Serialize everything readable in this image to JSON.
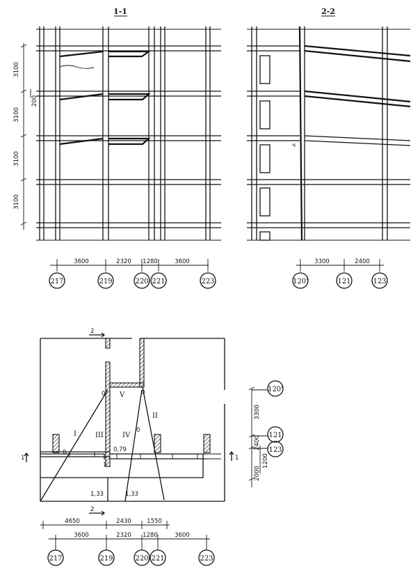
{
  "section_1": {
    "title": "1-1",
    "level_dims": [
      "3100",
      "3100",
      "3100",
      "3100"
    ],
    "inner_dim": "200",
    "span_dims": [
      "3600",
      "2320",
      "1280",
      "3600"
    ],
    "axes": [
      "217",
      "219",
      "220",
      "221",
      "223"
    ]
  },
  "section_2": {
    "title": "2-2",
    "crack_mark": "ч",
    "span_dims": [
      "3300",
      "2400"
    ],
    "axes": [
      "120'",
      "121",
      "123"
    ]
  },
  "plan": {
    "cut_marks": {
      "top": "2",
      "bottom": "2",
      "left": "1",
      "right": "1"
    },
    "zones": [
      "I",
      "II",
      "III",
      "IV",
      "V"
    ],
    "point_labels": [
      "0",
      "0",
      "0",
      "1"
    ],
    "coef_079": "0,79",
    "coef_133_left": "1,33",
    "coef_133_right": "1,33",
    "top_dims": [
      "4650",
      "2430",
      "1550"
    ],
    "bottom_dims": [
      "3600",
      "2320",
      "1280",
      "3600"
    ],
    "axes_bottom": [
      "217",
      "219",
      "220",
      "221",
      "223"
    ],
    "right_axes": [
      "120'",
      "121",
      "123"
    ],
    "right_dims": [
      "3300",
      "2400",
      "1200",
      "2000"
    ]
  }
}
